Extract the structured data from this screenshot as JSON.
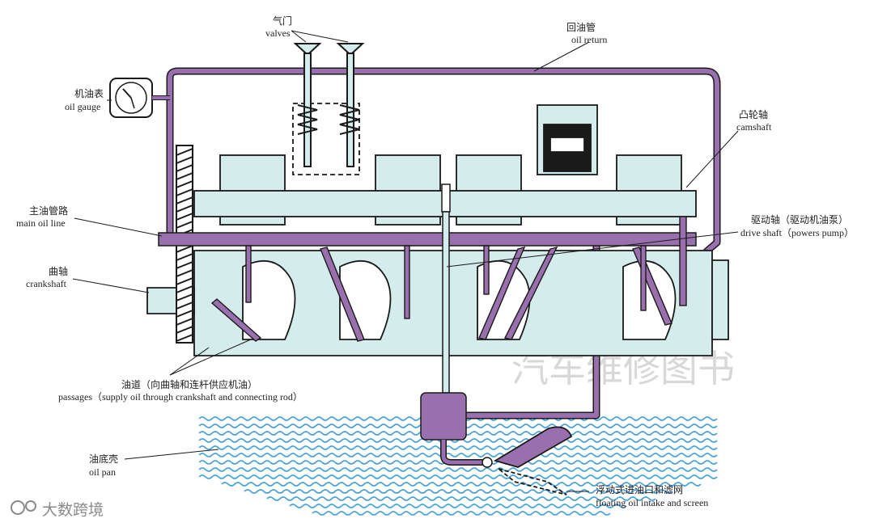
{
  "colors": {
    "oil": "#9a6fae",
    "oil_dark": "#6f4a85",
    "engine": "#d5ecec",
    "outline": "#1a1a1a",
    "water": "#4aa3d8"
  },
  "labels": {
    "valves_cn": "气门",
    "valves_en": "valves",
    "oil_return_cn": "回油管",
    "oil_return_en": "oil return",
    "oil_gauge_cn": "机油表",
    "oil_gauge_en": "oil gauge",
    "camshaft_cn": "凸轮轴",
    "camshaft_en": "camshaft",
    "main_oil_line_cn": "主油管路",
    "main_oil_line_en": "main oil line",
    "drive_shaft_cn": "驱动轴（驱动机油泵）",
    "drive_shaft_en": "drive shaft（powers pump）",
    "crankshaft_cn": "曲轴",
    "crankshaft_en": "crankshaft",
    "passages_cn": "油道（向曲轴和连杆供应机油）",
    "passages_en": "passages（supply oil through crankshaft and connecting rod）",
    "oil_pan_cn": "油底壳",
    "oil_pan_en": "oil pan",
    "intake_cn": "浮动式进油口和滤网",
    "intake_en": "floating oil intake and screen"
  },
  "watermark": "汽车维修图书",
  "logo": "大数跨境"
}
